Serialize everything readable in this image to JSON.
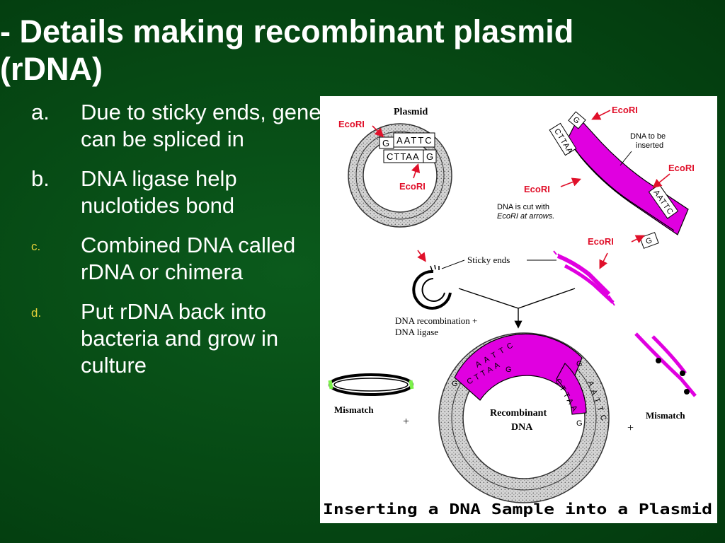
{
  "title": "- Details making recombinant plasmid (rDNA)",
  "bullets": [
    {
      "marker": "a.",
      "text": " Due to sticky ends, gene can be spliced in",
      "small_marker": false
    },
    {
      "marker": "b.",
      "text": " DNA ligase help nuclotides bond",
      "small_marker": false
    },
    {
      "marker": "c.",
      "text": "Combined DNA called rDNA or chimera",
      "small_marker": true
    },
    {
      "marker": "d.",
      "text": "Put rDNA back into bacteria and grow in culture",
      "small_marker": true
    }
  ],
  "figure": {
    "caption": "Inserting a DNA Sample into a Plasmid",
    "plasmid_label": "Plasmid",
    "ecori": "EcoRI",
    "dna_to_insert": [
      "DNA to be",
      "inserted"
    ],
    "cut_note": [
      "DNA is cut with",
      "EcoRI at arrows."
    ],
    "sticky_ends": "Sticky ends",
    "recombination": [
      "DNA recombination +",
      "DNA ligase"
    ],
    "mismatch": "Mismatch",
    "plus": "+",
    "recombinant": [
      "Recombinant",
      "DNA"
    ],
    "colors": {
      "insert": "#e000e0",
      "plasmid": "#c8c8c8",
      "arrow": "#e0102a"
    }
  }
}
